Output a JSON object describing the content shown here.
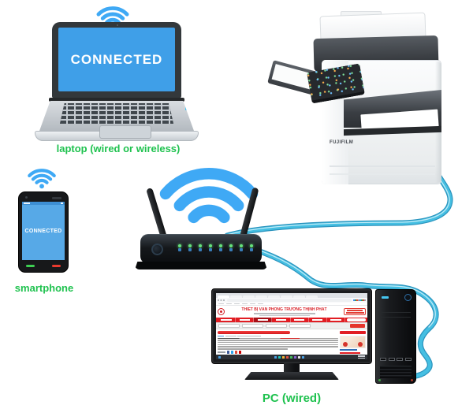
{
  "colors": {
    "wifi_blue": "#3fa9f5",
    "laptop_screen_blue": "#3f9fe8",
    "phone_screen_blue": "#57a9e7",
    "cable_teal": "#45bfe2",
    "label_green": "#1fc24f",
    "led_green": "#67e27d",
    "site_red": "#e11d23"
  },
  "labels": {
    "laptop": "laptop (wired or wireless)",
    "smartphone": "smartphone",
    "pc": "PC (wired)"
  },
  "devices": {
    "laptop": {
      "screen_text": "CONNECTED"
    },
    "smartphone": {
      "screen_text": "CONNECTED"
    },
    "router": {
      "led_count": 8
    },
    "printer": {
      "brand": "FUJIFILM"
    },
    "pc": {
      "monitor_site_title": "THIẾT BỊ VĂN PHÒNG TRƯỜNG THỊNH PHÁT"
    }
  },
  "pc_screen": {
    "tab_count": 8,
    "bookmark_count": 6,
    "nav_item_count": 7,
    "text_line_widths": [
      100,
      100,
      100,
      100,
      100,
      58
    ],
    "product_count": 4,
    "taskbar_icon_colors": [
      "#4aa3e8",
      "#1ec9b7",
      "#f5b638",
      "#e34f3f",
      "#43b75d",
      "#8a63d2",
      "#e8e8e8",
      "#4aa3e8"
    ]
  },
  "icons": {
    "wifi": "three-arc wifi symbol"
  }
}
